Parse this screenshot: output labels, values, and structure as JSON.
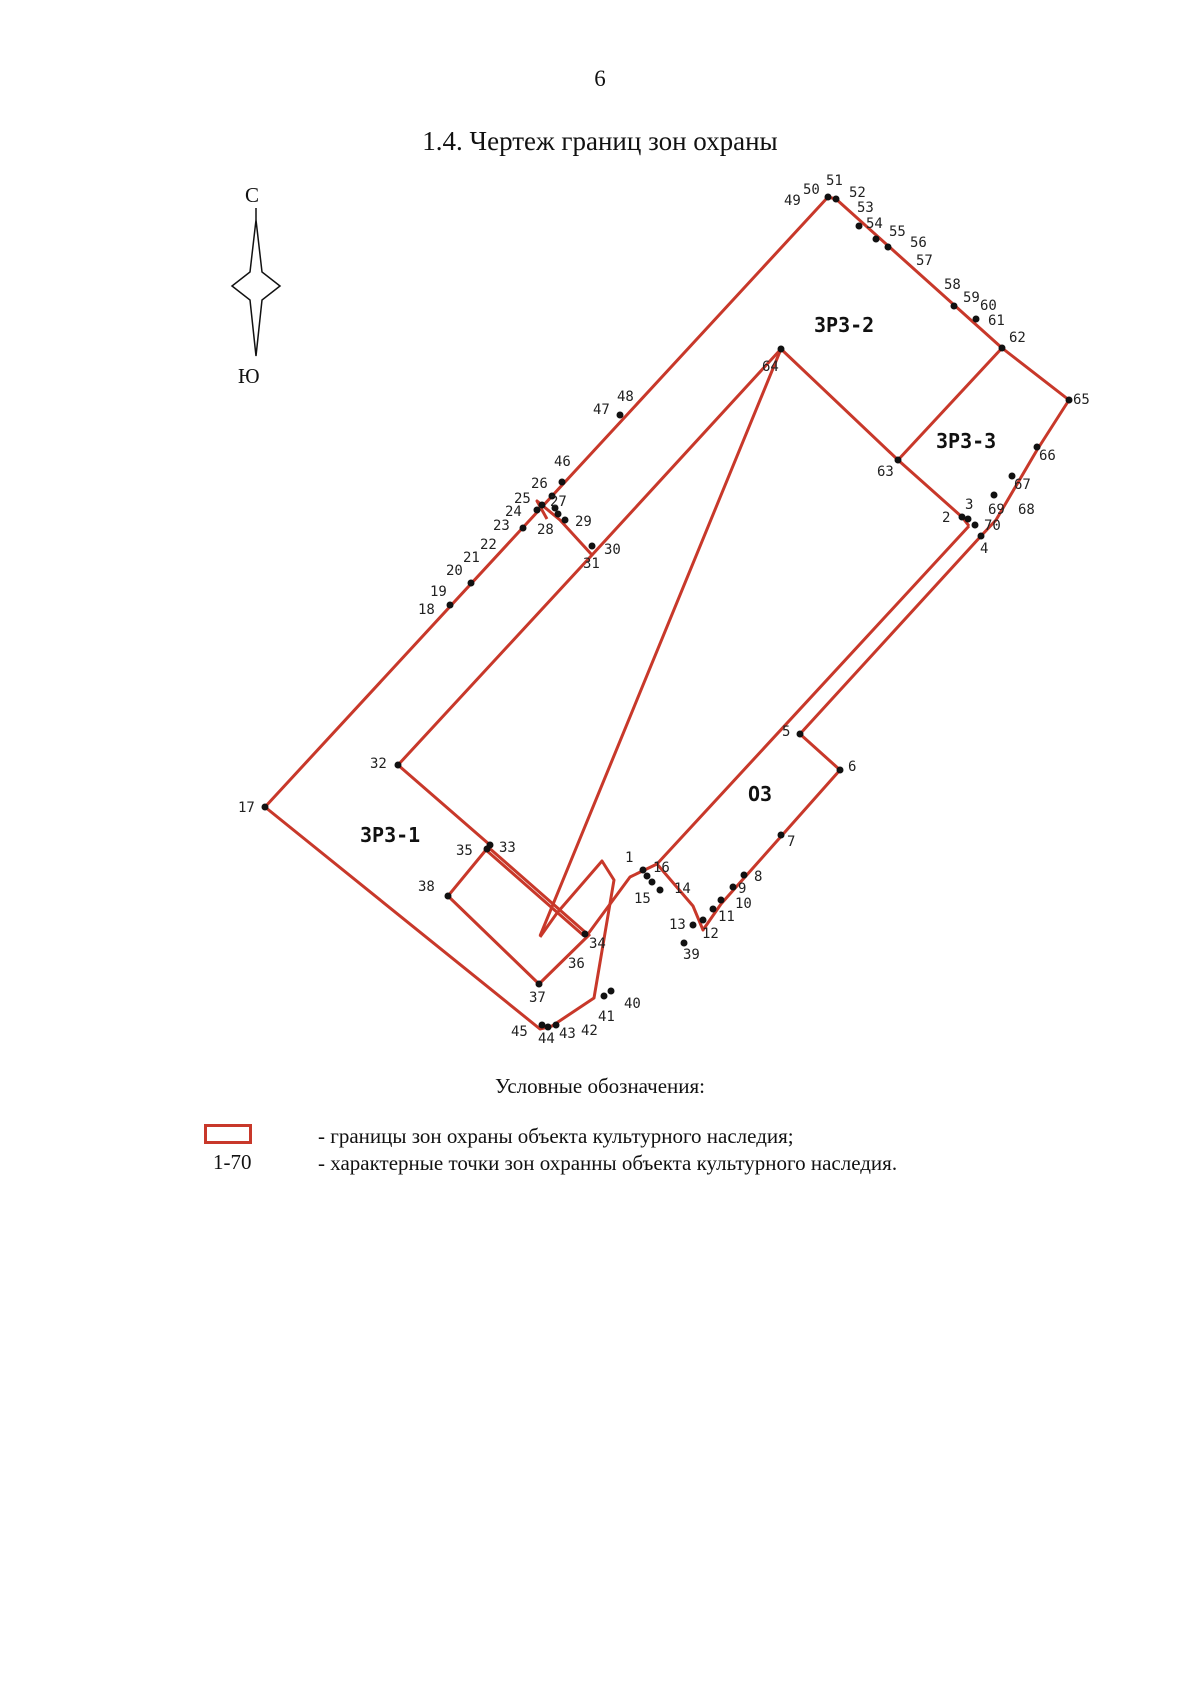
{
  "page_number": "6",
  "title": "1.4. Чертеж границ зон охраны",
  "compass": {
    "north": "С",
    "south": "Ю"
  },
  "colors": {
    "boundary": "#c8382a",
    "point": "#111111"
  },
  "zones": {
    "zrz1": "ЗРЗ-1",
    "zrz2": "ЗРЗ-2",
    "zrz3": "ЗРЗ-3",
    "oz": "ОЗ"
  },
  "points": [
    "1",
    "2",
    "3",
    "4",
    "5",
    "6",
    "7",
    "8",
    "9",
    "10",
    "11",
    "12",
    "13",
    "14",
    "15",
    "16",
    "17",
    "18",
    "19",
    "20",
    "21",
    "22",
    "23",
    "24",
    "25",
    "26",
    "27",
    "28",
    "29",
    "30",
    "31",
    "32",
    "33",
    "34",
    "35",
    "36",
    "37",
    "38",
    "39",
    "40",
    "41",
    "42",
    "43",
    "44",
    "45",
    "46",
    "47",
    "48",
    "49",
    "50",
    "51",
    "52",
    "53",
    "54",
    "55",
    "56",
    "57",
    "58",
    "59",
    "60",
    "61",
    "62",
    "63",
    "64",
    "65",
    "66",
    "67",
    "68",
    "69",
    "70"
  ],
  "legend": {
    "title": "Условные обозначения:",
    "range": "1-70",
    "item_boundaries": "- границы зон охраны объекта культурного наследия;",
    "item_points": "- характерные точки зон охранны объекта культурного наследия."
  }
}
